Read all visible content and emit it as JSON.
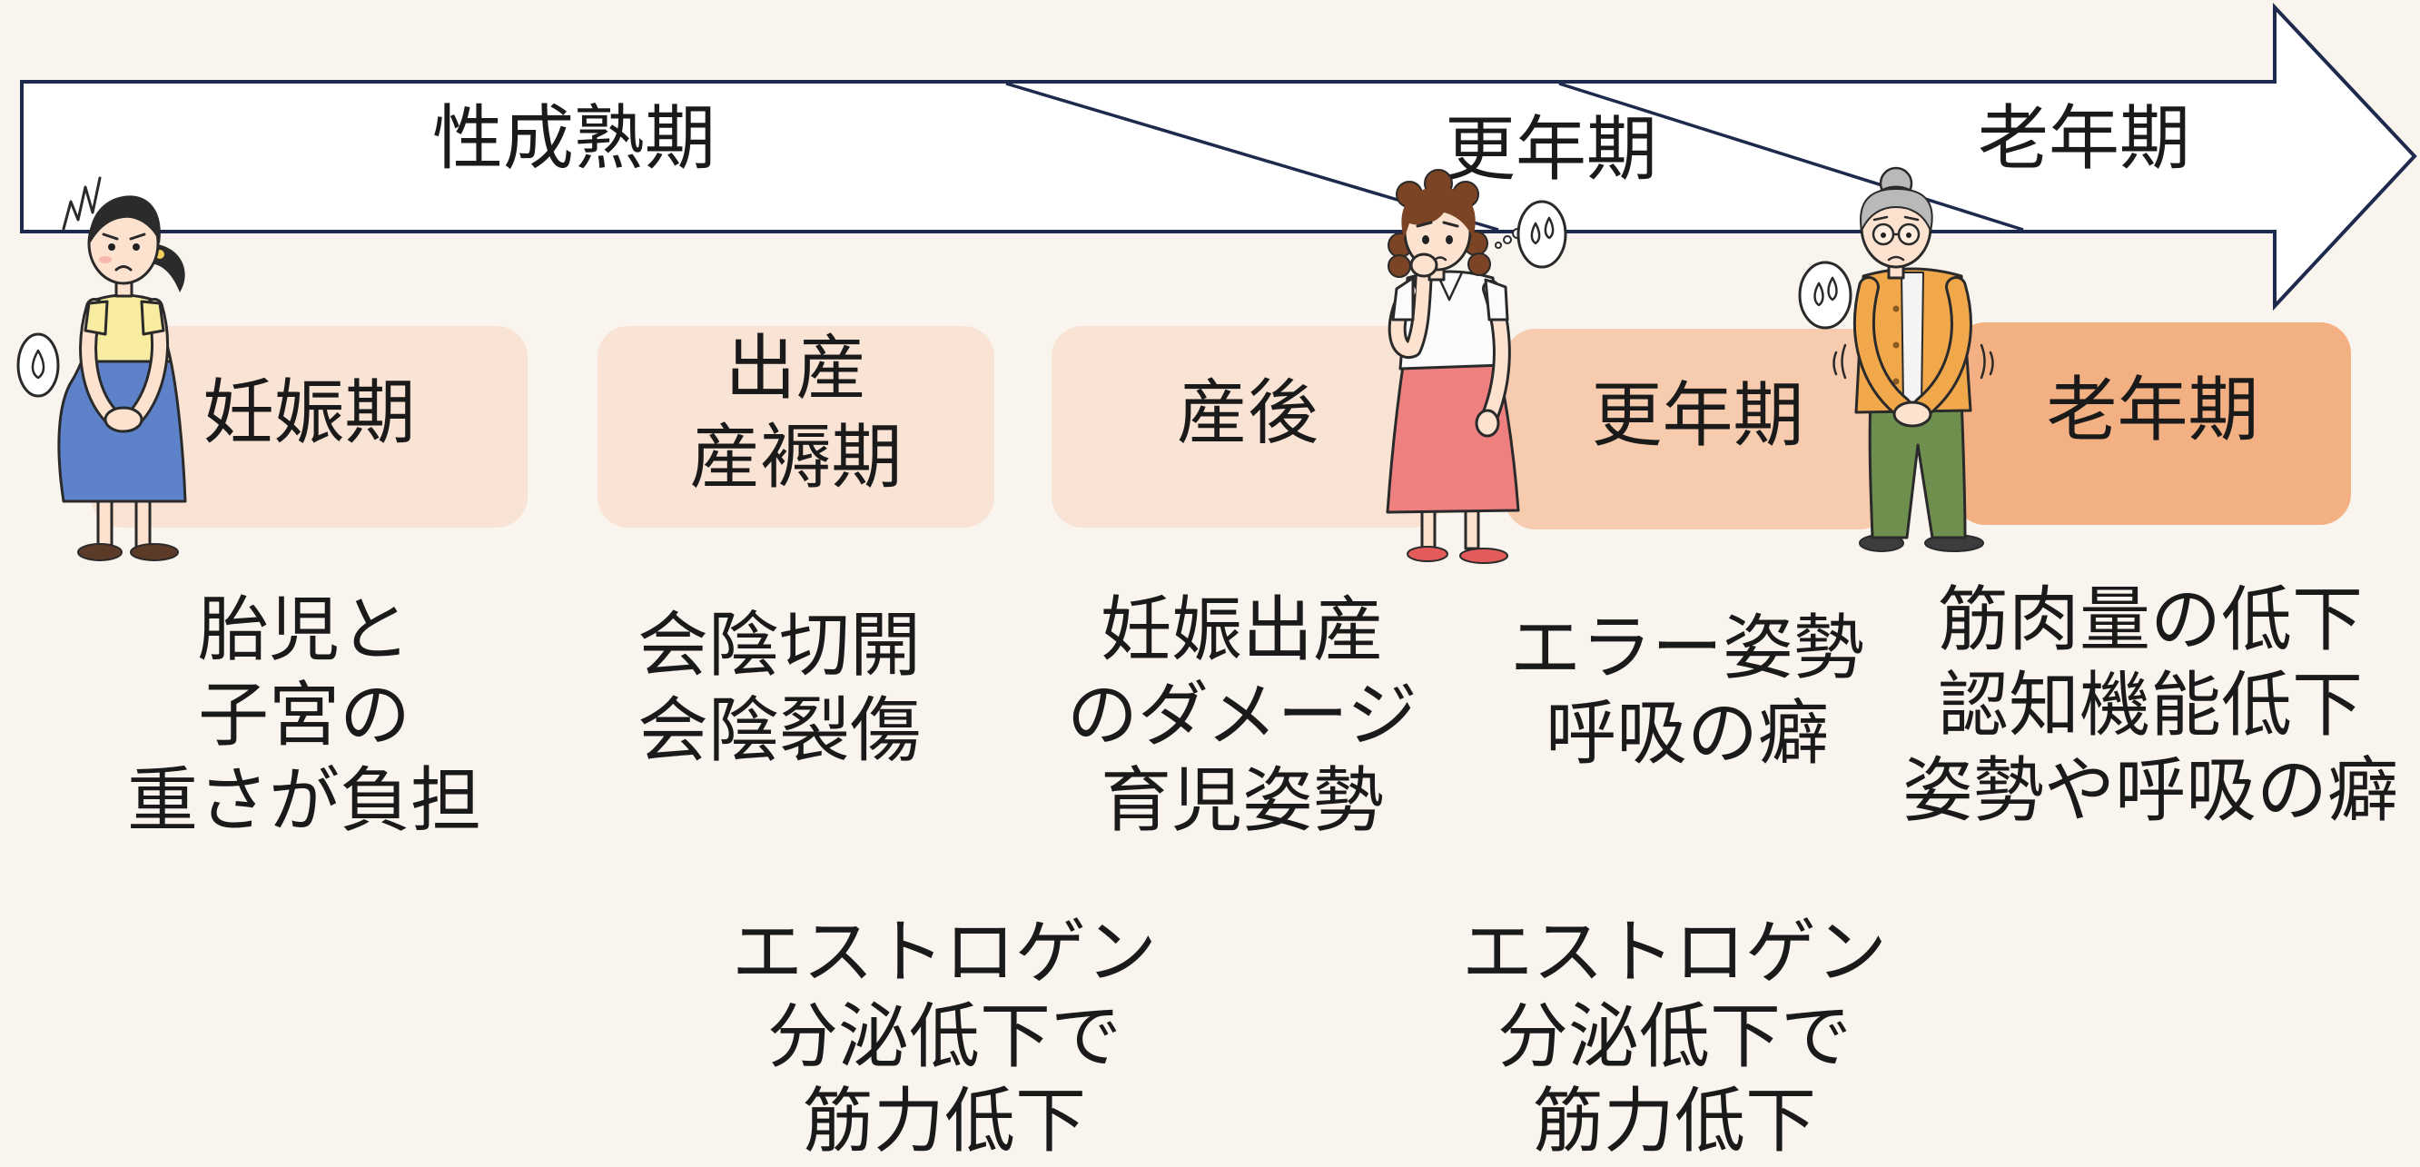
{
  "colors": {
    "background": "#f9f4ed",
    "arrow_outline": "#1d2a4d",
    "arrow_fill": "#ffffff",
    "text": "#1a1a1a"
  },
  "timeline": {
    "stages": [
      "性成熟期",
      "更年期",
      "老年期"
    ]
  },
  "periods": [
    {
      "label": [
        "妊娠期"
      ],
      "color": "#f9e3d4",
      "factors": [
        "胎児と",
        "子宮の",
        "重さが負担"
      ]
    },
    {
      "label": [
        "出産",
        "産褥期"
      ],
      "color": "#f9e3d4",
      "factors": [
        "会陰切開",
        "会陰裂傷"
      ]
    },
    {
      "label": [
        "産後"
      ],
      "color": "#f9e3d4",
      "factors": [
        "妊娠出産",
        "のダメージ",
        "育児姿勢"
      ]
    },
    {
      "label": [
        "更年期"
      ],
      "color": "#f7cbad",
      "factors": [
        "エラー姿勢",
        "呼吸の癖"
      ]
    },
    {
      "label": [
        "老年期"
      ],
      "color": "#f3b083",
      "factors": [
        "筋肉量の低下",
        "認知機能低下",
        "姿勢や呼吸の癖"
      ]
    }
  ],
  "hormone_notes": [
    {
      "lines": [
        "エストロゲン",
        "分泌低下で",
        "筋力低下"
      ]
    },
    {
      "lines": [
        "エストロゲン",
        "分泌低下で",
        "筋力低下"
      ]
    }
  ],
  "icons": [
    "pregnant-woman-icon",
    "worried-woman-icon",
    "elderly-woman-icon",
    "sweat-bubble-icon"
  ]
}
